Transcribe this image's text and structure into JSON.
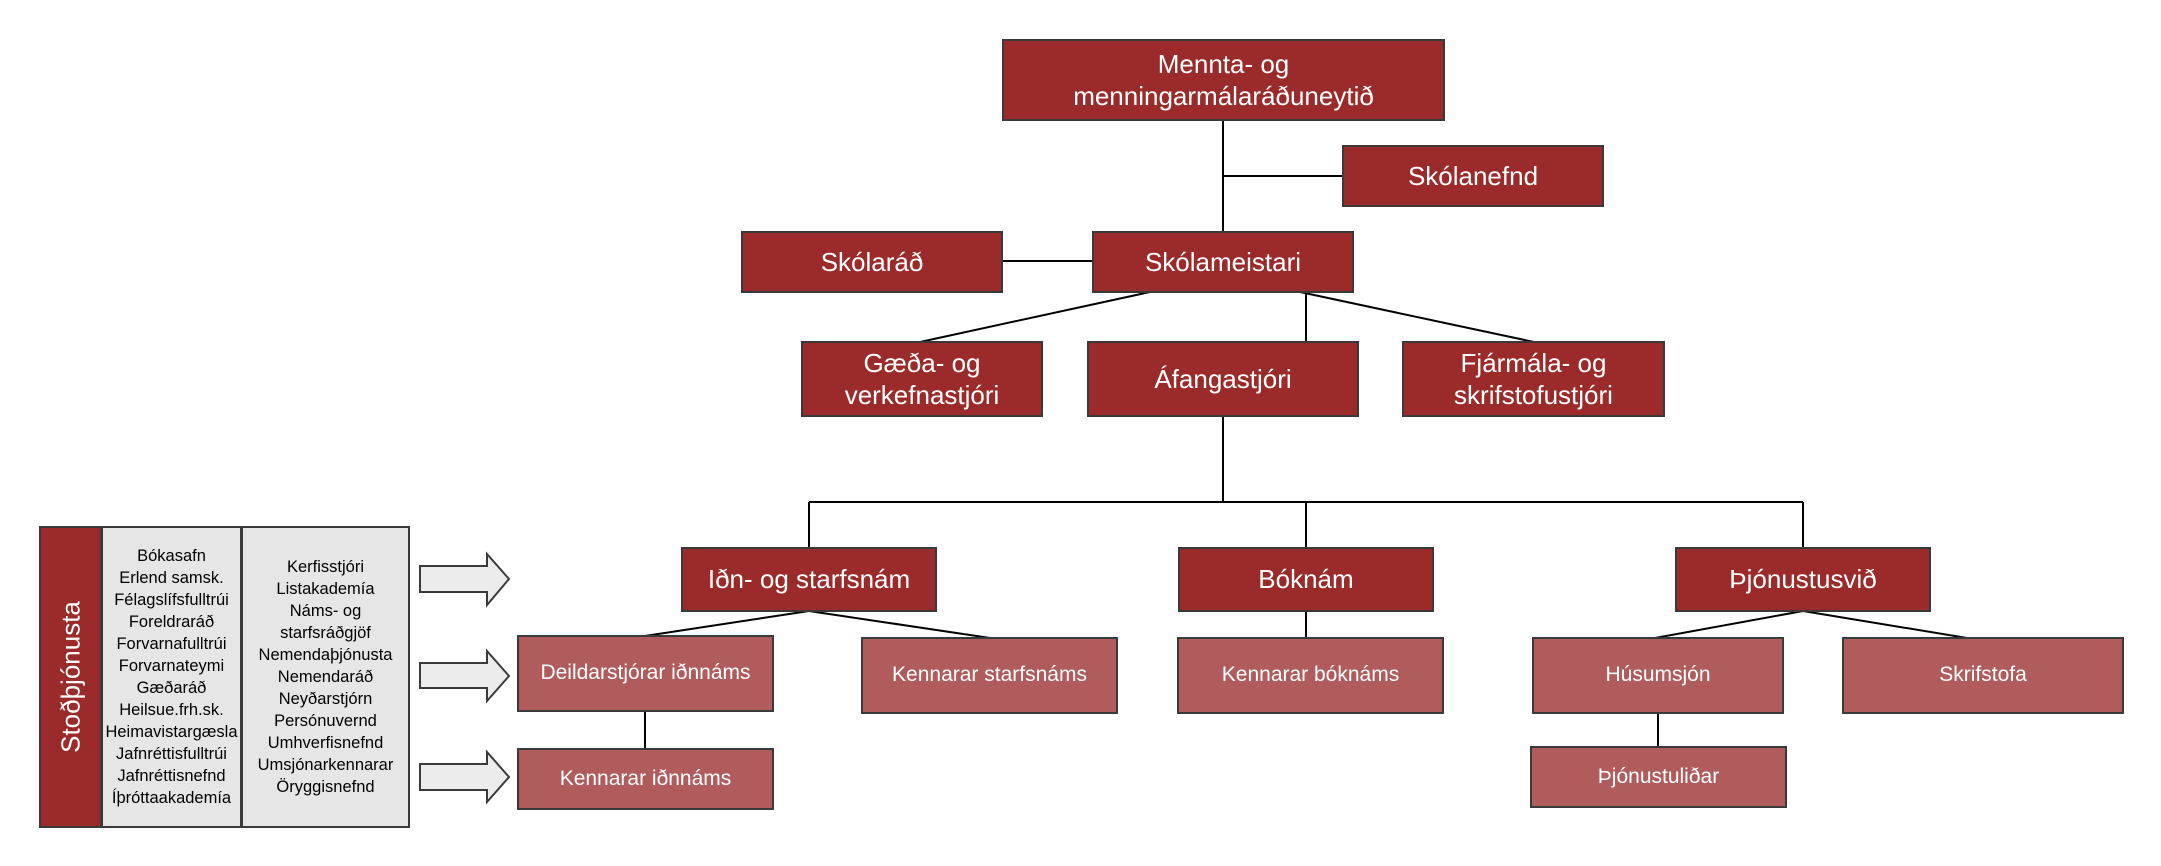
{
  "org_chart": {
    "ministry": "Mennta- og menningarmálaráðuneytið",
    "school_board": "Skólanefnd",
    "school_council": "Skólaráð",
    "headmaster": "Skólameistari",
    "quality_manager": "Gæða- og verkefnastjóri",
    "course_manager": "Áfangastjóri",
    "finance_manager": "Fjármála- og skrifstofustjóri",
    "vocational": "Iðn- og starfsnám",
    "academic": "Bóknám",
    "services": "Þjónustusvið",
    "dept_heads_trades": "Deildarstjórar iðnnáms",
    "vocational_teachers": "Kennarar starfsnáms",
    "academic_teachers": "Kennarar bóknáms",
    "caretaking": "Húsumsjón",
    "office": "Skrifstofa",
    "trades_teachers": "Kennarar iðnnáms",
    "service_staff": "Þjónustuliðar"
  },
  "support_services": {
    "title": "Stoðþjónusta",
    "list_one": [
      "Bókasafn",
      "Erlend samsk.",
      "Félagslífsfulltrúi",
      "Foreldraráð",
      "Forvarnafulltrúi",
      "Forvarnateymi",
      "Gæðaráð",
      "Heilsue.frh.sk.",
      "Heimavistargæsla",
      "Jafnréttisfulltrúi",
      "Jafnréttisnefnd",
      "Íþróttaakademía"
    ],
    "list_two": [
      "Kerfisstjóri",
      "Listakademía",
      "Náms- og",
      "starfsráðgjöf",
      "Nemendaþjónusta",
      "Nemendaráð",
      "Neyðarstjórn",
      "Persónuvernd",
      "Umhverfisnefnd",
      "Umsjónarkennarar",
      "Öryggisnefnd"
    ]
  },
  "colors": {
    "primary_box": "#9b2b2b",
    "secondary_box": "#b05c5c",
    "list_box": "#e6e6e6",
    "arrow_fill": "#ececec",
    "line": "#000000"
  }
}
